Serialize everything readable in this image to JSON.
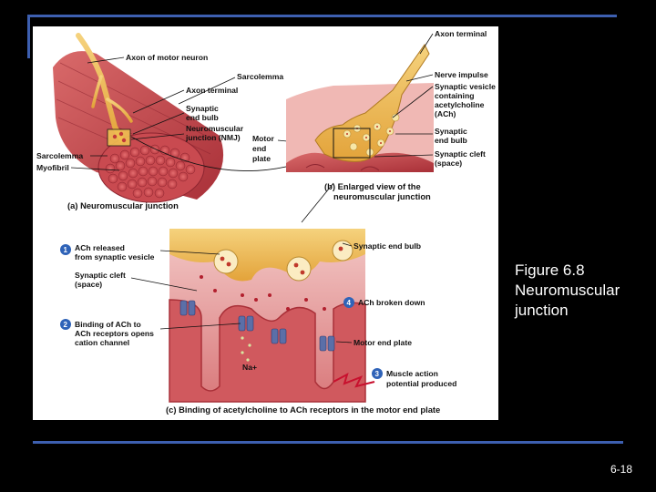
{
  "caption": {
    "line1": "Figure 6.8",
    "line2": "Neuromuscular",
    "line3": "junction"
  },
  "page_number": "6-18",
  "colors": {
    "background": "#000000",
    "rule": "#3d5fb0",
    "muscle": "#c9464c",
    "axon": "#e8b24a",
    "step_badge": "#2f63b8"
  },
  "panel_a": {
    "caption": "(a) Neuromuscular junction",
    "labels": {
      "axon_of_motor_neuron": "Axon of motor neuron",
      "axon_terminal": "Axon terminal",
      "synaptic_end_bulb_1": "Synaptic",
      "synaptic_end_bulb_2": "end bulb",
      "nmj_1": "Neuromuscular",
      "nmj_2": "junction (NMJ)",
      "sarcolemma": "Sarcolemma",
      "myofibril": "Myofibril",
      "sarcolemma_top": "Sarcolemma",
      "motor_end_plate_1": "Motor",
      "motor_end_plate_2": "end",
      "motor_end_plate_3": "plate"
    }
  },
  "panel_b": {
    "caption_1": "(b) Enlarged view of the",
    "caption_2": "neuromuscular junction",
    "labels": {
      "axon_terminal": "Axon terminal",
      "nerve_impulse": "Nerve impulse",
      "vesicle_1": "Synaptic vesicle",
      "vesicle_2": "containing",
      "vesicle_3": "acetylcholine",
      "vesicle_4": "(ACh)",
      "end_bulb_1": "Synaptic",
      "end_bulb_2": "end bulb",
      "cleft_1": "Synaptic cleft",
      "cleft_2": "(space)"
    }
  },
  "panel_c": {
    "caption": "(c) Binding of acetylcholine to ACh receptors in the motor end plate",
    "labels": {
      "step1_num": "1",
      "step1_1": "ACh released",
      "step1_2": "from synaptic vesicle",
      "cleft_1": "Synaptic cleft",
      "cleft_2": "(space)",
      "step2_num": "2",
      "step2_1": "Binding of ACh to",
      "step2_2": "ACh receptors opens",
      "step2_3": "cation channel",
      "end_bulb": "Synaptic end bulb",
      "step4_num": "4",
      "step4": "ACh broken down",
      "motor_end_plate": "Motor end plate",
      "step3_num": "3",
      "step3_1": "Muscle action",
      "step3_2": "potential produced",
      "na": "Na+"
    }
  }
}
